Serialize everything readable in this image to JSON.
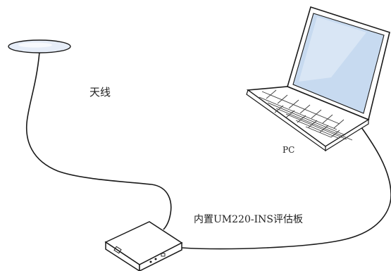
{
  "labels": {
    "antenna": "天线",
    "pc": "PC",
    "board": "内置UM220-INS评估板"
  },
  "colors": {
    "stroke": "#1a1a1a",
    "antenna_fill": "#e6edf8",
    "screen_fill": "#c7daf0",
    "screen_shine": "#e8f0fa",
    "laptop_body": "#ffffff",
    "board_fill": "#ffffff",
    "text": "#222222"
  },
  "icons": {
    "antenna": "antenna-dish-icon",
    "laptop": "laptop-pc-icon",
    "board": "evaluation-board-box-icon"
  }
}
